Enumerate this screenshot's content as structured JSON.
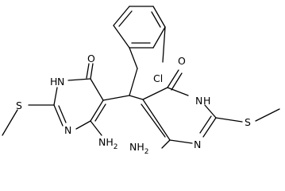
{
  "molecule": {
    "labels": {
      "o_left": "O",
      "nh_left": "N",
      "h_left": "H",
      "n_left": "N",
      "s_left": "S",
      "nh2_left": "NH",
      "nh2_left_sub": "2",
      "cl": "Cl",
      "o_right": "O",
      "nh_right": "N",
      "h_right": "H",
      "n_right": "N",
      "s_right": "S",
      "nh2_right": "NH",
      "nh2_right_sub": "2"
    }
  }
}
